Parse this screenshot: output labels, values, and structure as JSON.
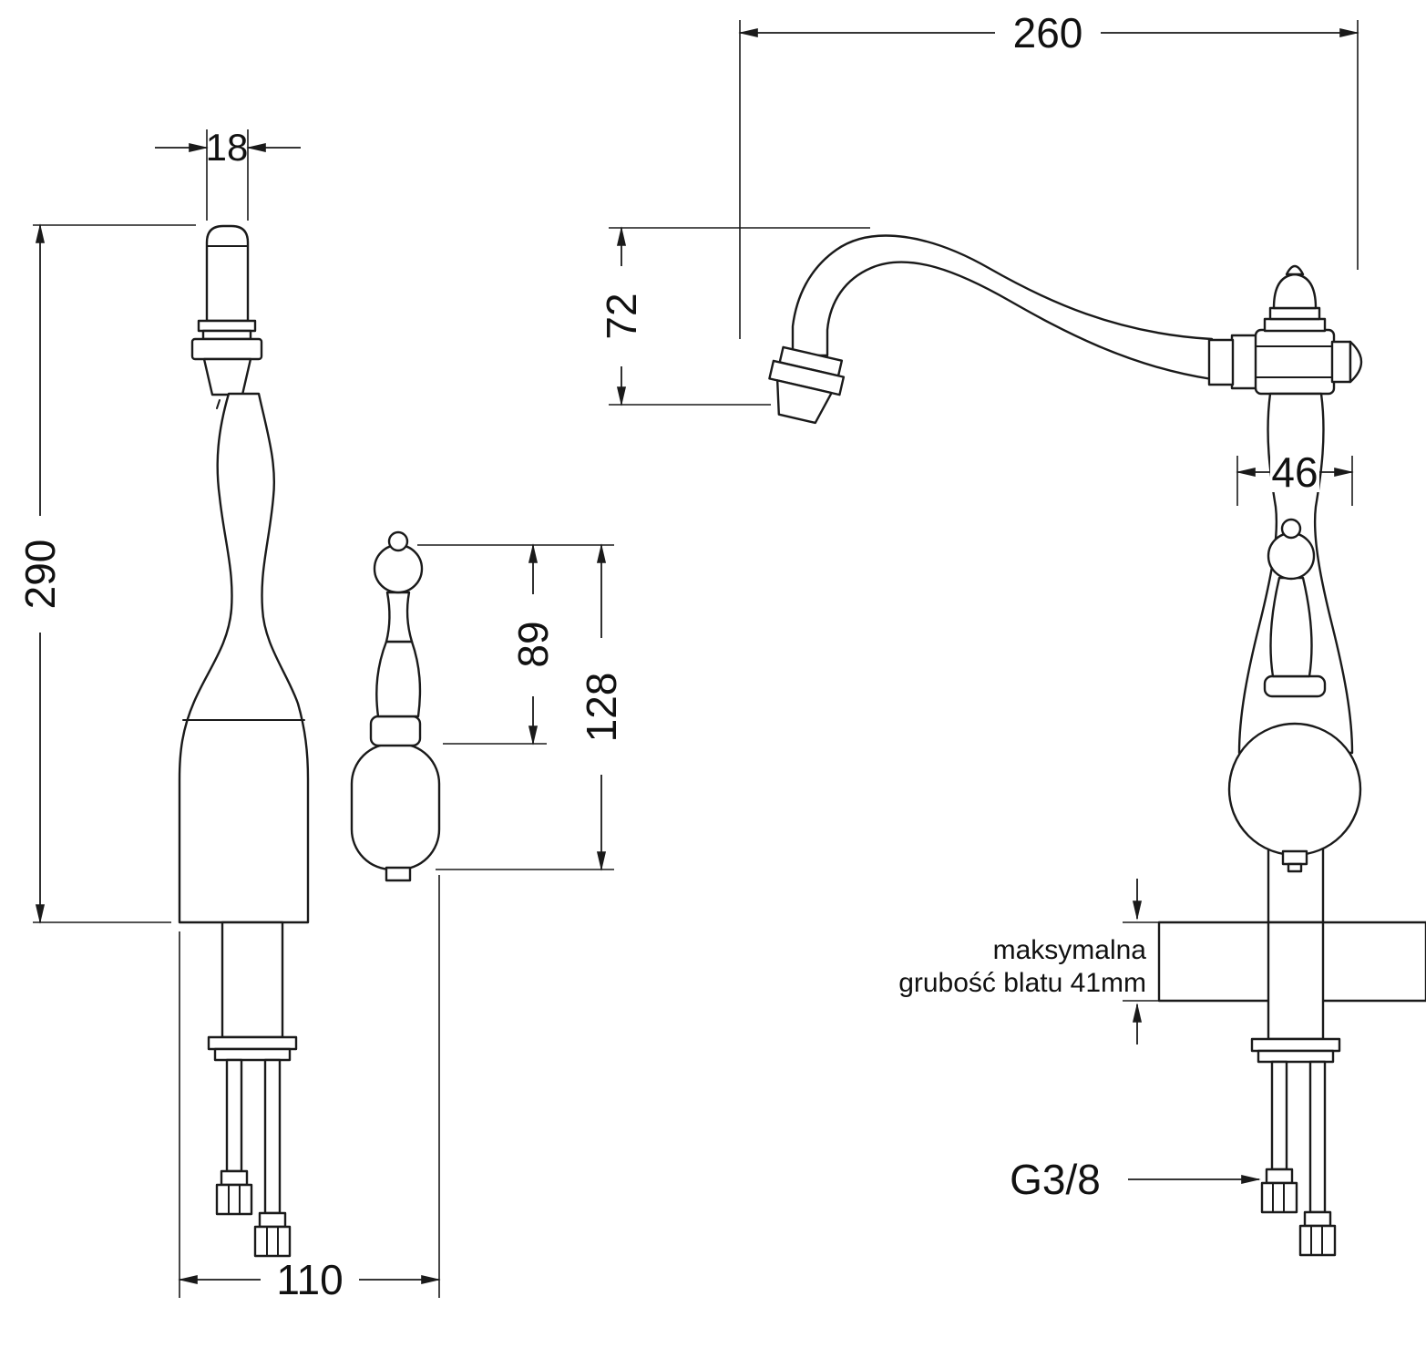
{
  "side_view": {
    "spout_width": "18",
    "total_height": "290",
    "handle_height": "89",
    "handle_overall_height": "128",
    "base_depth": "110"
  },
  "front_view": {
    "spout_reach": "260",
    "spout_drop": "72",
    "body_width": "46",
    "counter_note_line1": "maksymalna",
    "counter_note_line2": "grubość blatu 41mm",
    "thread_size": "G3/8"
  }
}
